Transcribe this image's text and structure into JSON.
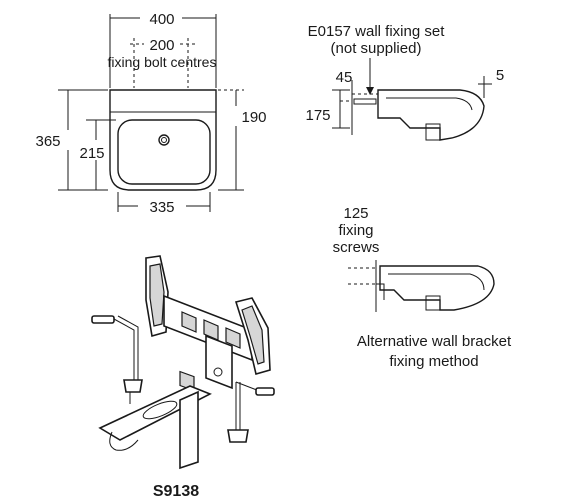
{
  "front_view": {
    "width_overall": "400",
    "fixing_centres": "200",
    "fixing_caption": "fixing bolt centres",
    "height_overall": "365",
    "height_lower": "215",
    "height_right": "190",
    "bowl_width": "335"
  },
  "side_view": {
    "wall_fixing_label": "E0157 wall fixing set",
    "wall_fixing_note": "(not supplied)",
    "dim_45": "45",
    "dim_5": "5",
    "dim_175": "175"
  },
  "alt_view": {
    "screws_value": "125",
    "screws_line1": "fixing",
    "screws_line2": "screws",
    "caption_line1": "Alternative wall bracket",
    "caption_line2": "fixing method"
  },
  "bracket": {
    "code": "S9138"
  }
}
